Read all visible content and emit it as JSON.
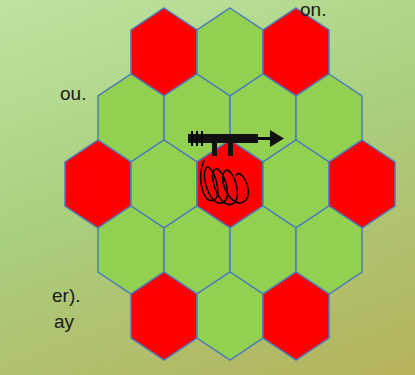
{
  "diagram": {
    "labels": [
      "on.",
      "ou.",
      "er).",
      "ay"
    ]
  }
}
